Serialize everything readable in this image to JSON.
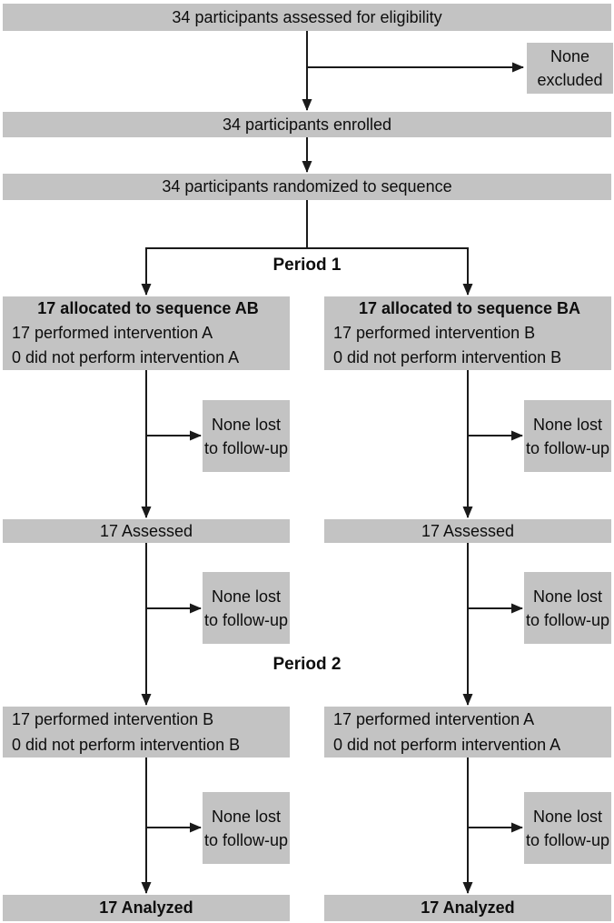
{
  "colors": {
    "box_fill": "#c3c3c3",
    "line": "#1a1a1a",
    "text": "#0d0d0d",
    "background": "#ffffff"
  },
  "flow": {
    "eligibility": "34 participants assessed for eligibility",
    "excluded": "None excluded",
    "enrolled": "34 participants enrolled",
    "randomized": "34 participants randomized to sequence",
    "lost_to_followup": "None lost to follow-up",
    "period1": {
      "label": "Period 1",
      "sequence_ab": {
        "title": "17 allocated to sequence AB",
        "performed": "17 performed intervention A",
        "not_performed": "0 did not perform intervention A"
      },
      "sequence_ba": {
        "title": "17 allocated to sequence BA",
        "performed": "17 performed intervention B",
        "not_performed": "0 did not perform intervention B"
      },
      "assessed_ab": "17 Assessed",
      "assessed_ba": "17 Assessed"
    },
    "period2": {
      "label": "Period 2",
      "sequence_ab": {
        "performed": "17 performed intervention B",
        "not_performed": "0 did not perform intervention B"
      },
      "sequence_ba": {
        "performed": "17 performed intervention A",
        "not_performed": "0 did not perform intervention A"
      },
      "analyzed_ab": "17 Analyzed",
      "analyzed_ba": "17 Analyzed"
    }
  }
}
